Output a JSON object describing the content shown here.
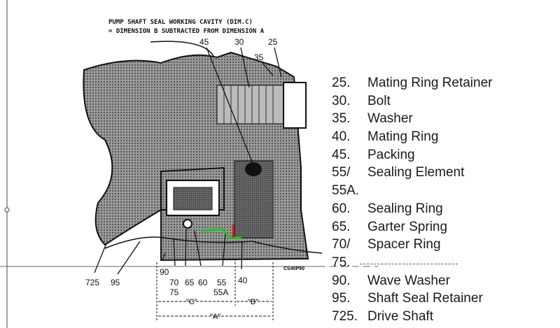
{
  "title_line1": "PUMP SHAFT SEAL WORKING CAVITY (DIM.C)",
  "title_line2": "= DIMENSION B SUBTRACTED FROM DIMENSION A",
  "callouts_top": [
    "45",
    "30",
    "25",
    "35"
  ],
  "callouts_bottom": [
    "90",
    "70",
    "75",
    "65",
    "60",
    "55",
    "55A",
    "40",
    "725",
    "95"
  ],
  "dimensions": {
    "c": "\"C\"",
    "b": "\"B\"",
    "a": "\"A\""
  },
  "figure_code": "CS40P90",
  "legend": [
    {
      "num": "25.",
      "label": "Mating Ring Retainer"
    },
    {
      "num": "30.",
      "label": "Bolt"
    },
    {
      "num": "35.",
      "label": "Washer"
    },
    {
      "num": "40.",
      "label": "Mating Ring"
    },
    {
      "num": "45.",
      "label": "Packing"
    },
    {
      "num": "55/",
      "label": "Sealing Element"
    },
    {
      "num": "55A.",
      "label": ""
    },
    {
      "num": "60.",
      "label": "Sealing Ring"
    },
    {
      "num": "65.",
      "label": "Garter Spring"
    },
    {
      "num": "70/",
      "label": "Spacer Ring"
    },
    {
      "num": "75.",
      "label": ""
    },
    {
      "num": "90.",
      "label": "Wave Washer"
    },
    {
      "num": "95.",
      "label": "Shaft Seal Retainer"
    },
    {
      "num": "725.",
      "label": "Drive Shaft"
    }
  ],
  "colors": {
    "highlight_green": "#22c022",
    "highlight_red": "#e02020"
  }
}
